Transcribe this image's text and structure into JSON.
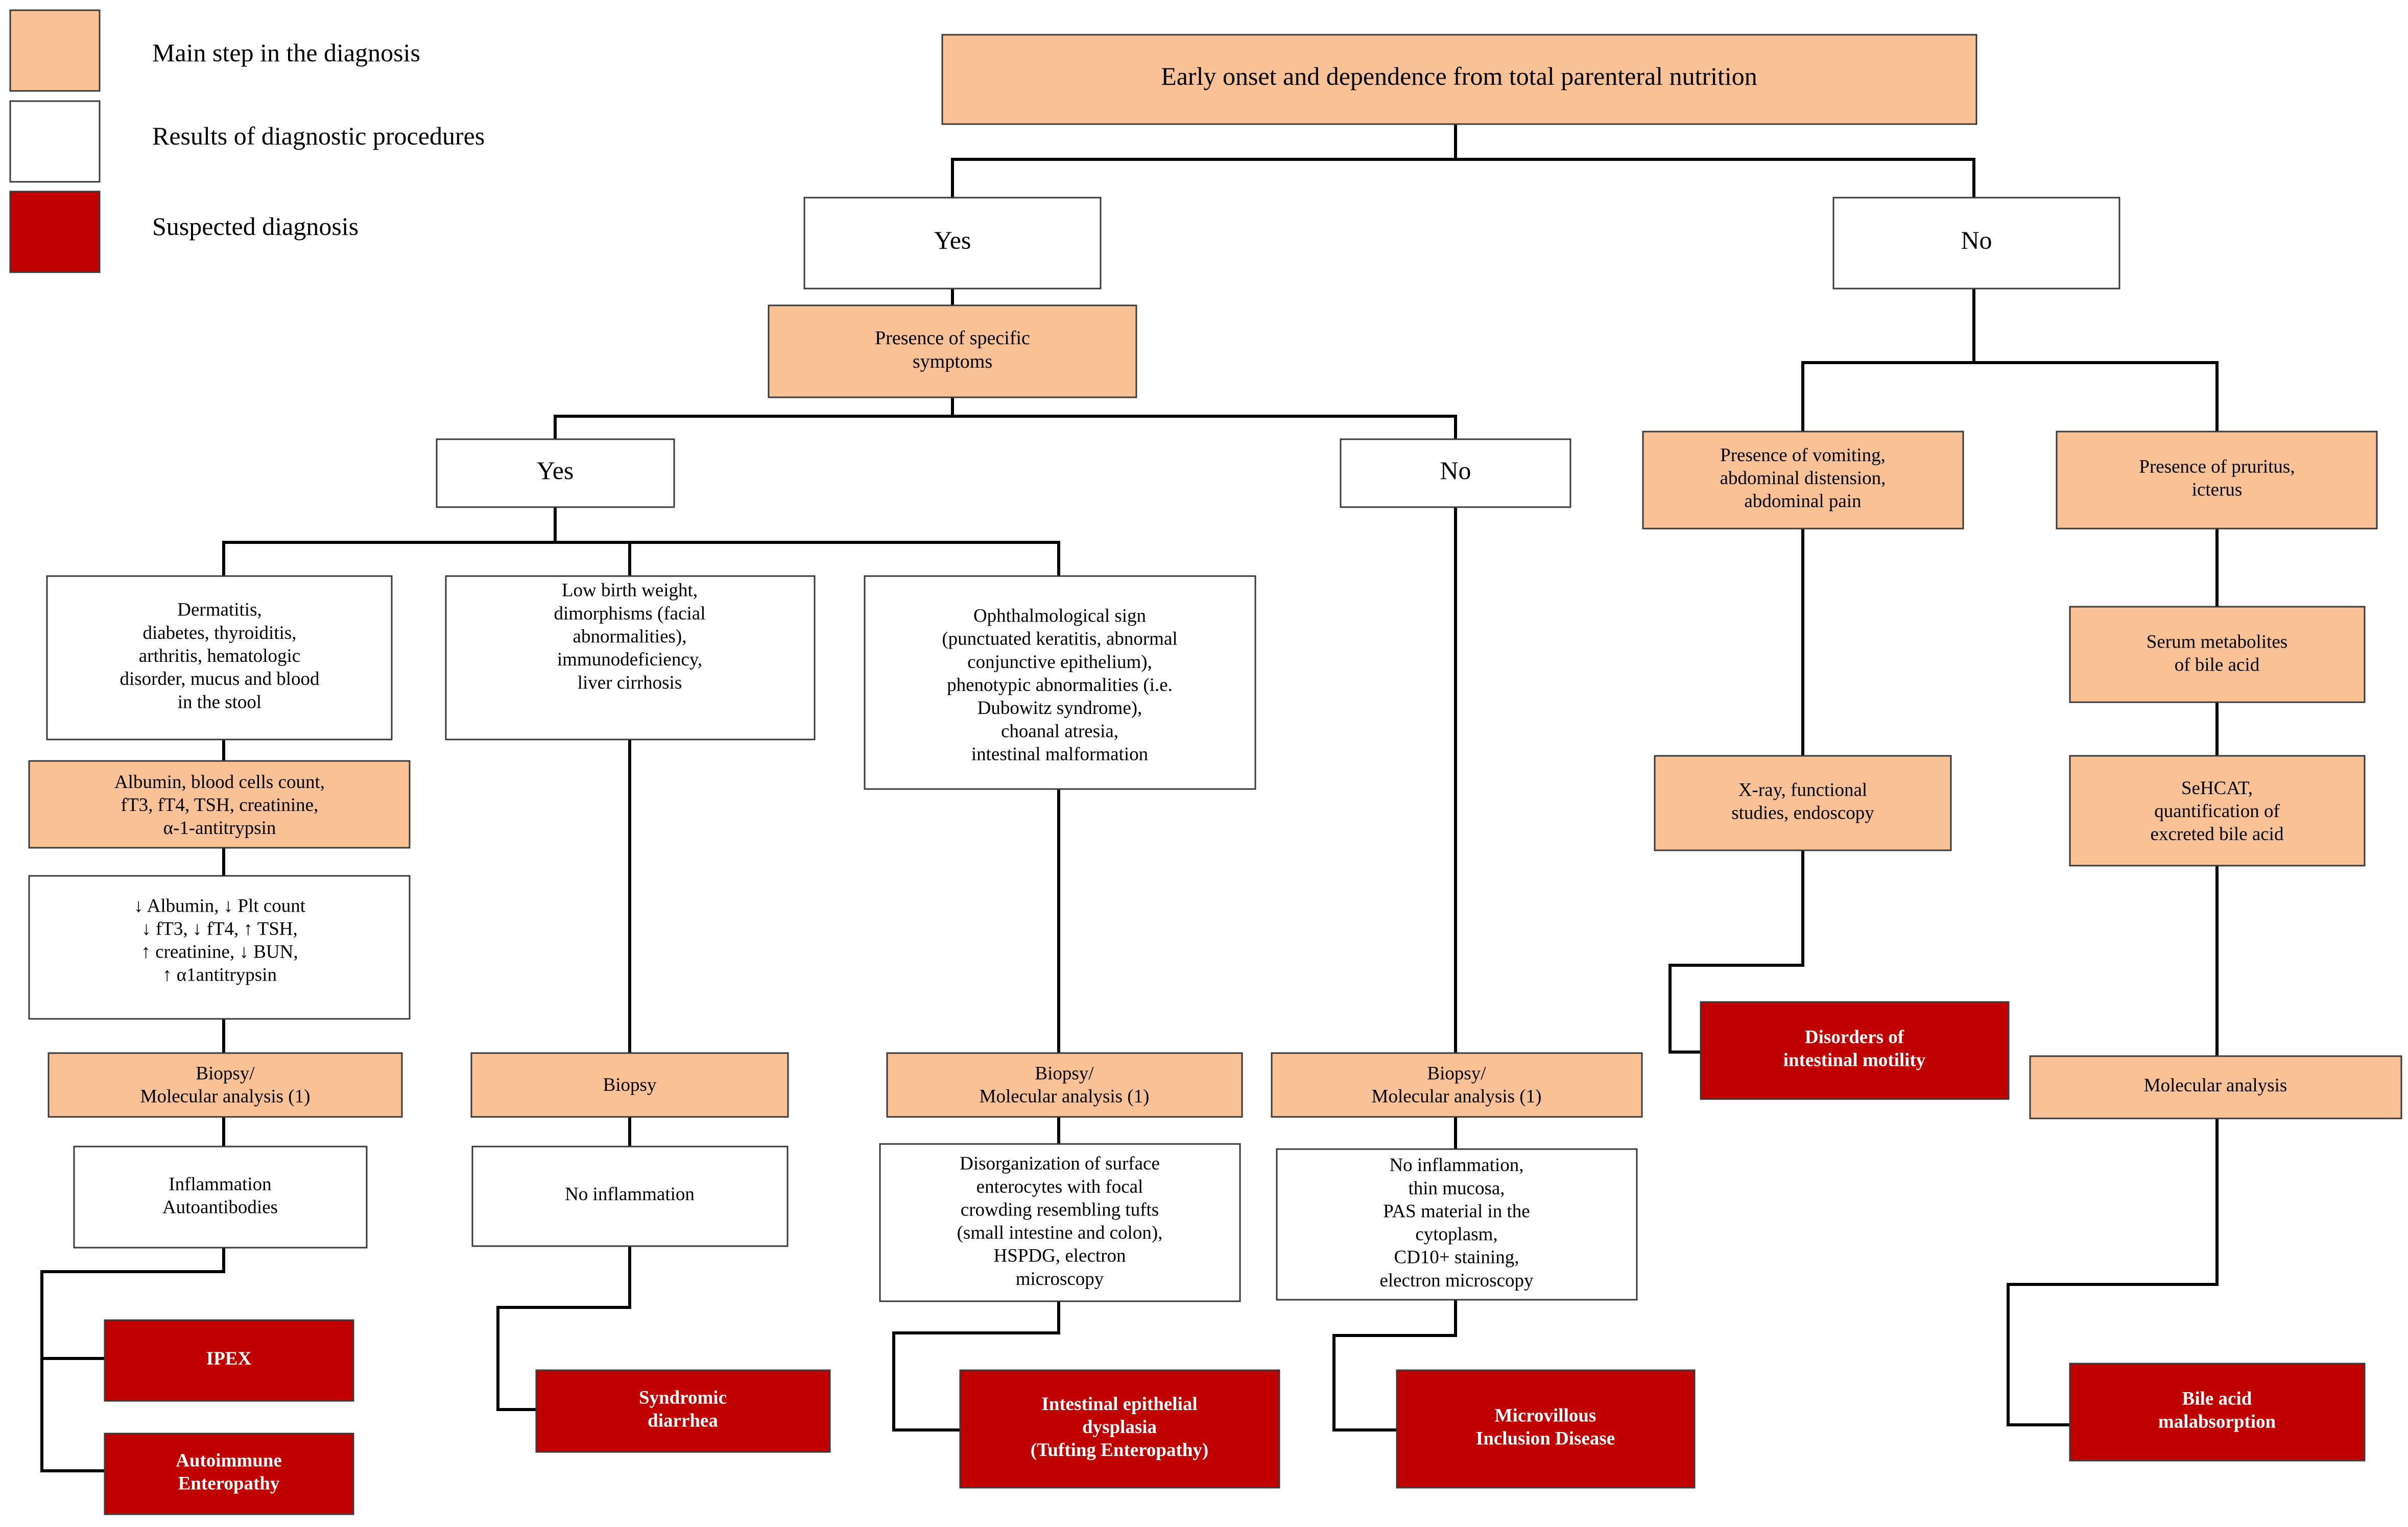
{
  "colors": {
    "main_step": "#f8c196",
    "result": "#ffffff",
    "suspected_diagnosis": "#c00000",
    "edge": "#000000"
  },
  "legend": {
    "main_step": "Main step in the diagnosis",
    "results": "Results of diagnostic procedures",
    "suspected": "Suspected diagnosis"
  },
  "nodes": {
    "root": "Early onset and dependence from total parenteral nutrition",
    "yes_top": "Yes",
    "no_top": "No",
    "specific_symptoms": "Presence of specific\nsymptoms",
    "yes_mid": "Yes",
    "no_mid": "No",
    "vomiting": "Presence of vomiting,\nabdominal distension,\nabdominal pain",
    "pruritus": "Presence of pruritus,\nicterus",
    "dermatitis": "Dermatitis,\ndiabetes, thyroiditis,\narthritis, hematologic\ndisorder, mucus and blood\nin the stool",
    "low_birth_weight": "Low birth weight,\ndimorphisms (facial\nabnormalities),\nimmunodeficiency,\nliver cirrhosis",
    "ophthalmological": "Ophthalmological sign\n(punctuated keratitis, abnormal\nconjunctive epithelium),\nphenotypic abnormalities (i.e.\nDubowitz syndrome),\nchoanal atresia,\nintestinal malformation",
    "albumin_tests": "Albumin, blood cells count,\nfT3, fT4, TSH, creatinine,\nα-1-antitrypsin",
    "lab_results": "↓ Albumin, ↓ Plt count\n↓ fT3, ↓ fT4, ↑ TSH,\n↑ creatinine, ↓ BUN,\n↑ α1antitrypsin",
    "biopsy_mol_1": "Biopsy/\nMolecular analysis (1)",
    "biopsy": "Biopsy",
    "biopsy_mol_2": "Biopsy/\nMolecular analysis (1)",
    "biopsy_mol_3": "Biopsy/\nMolecular analysis (1)",
    "inflammation": "Inflammation\nAutoantibodies",
    "no_inflammation": "No inflammation",
    "disorganization": "Disorganization of surface\nenterocytes with focal\ncrowding resembling tufts\n(small intestine and colon),\nHSPDG, electron\nmicroscopy",
    "no_inflammation_thin": "No inflammation,\nthin mucosa,\nPAS material in the\ncytoplasm,\nCD10+ staining,\nelectron microscopy",
    "xray": "X-ray, functional\nstudies, endoscopy",
    "serum_metabolites": "Serum metabolites\nof bile acid",
    "sehcat": "SeHCAT,\nquantification of\nexcreted bile acid",
    "molecular_analysis": "Molecular analysis",
    "ipex": "IPEX",
    "autoimmune": "Autoimmune\nEnteropathy",
    "syndromic": "Syndromic\ndiarrhea",
    "tufting": "Intestinal epithelial\ndysplasia\n(Tufting Enteropathy)",
    "microvillous": "Microvillous\nInclusion Disease",
    "motility": "Disorders of\nintestinal motility",
    "bile_malabsorption": "Bile acid\nmalabsorption"
  }
}
